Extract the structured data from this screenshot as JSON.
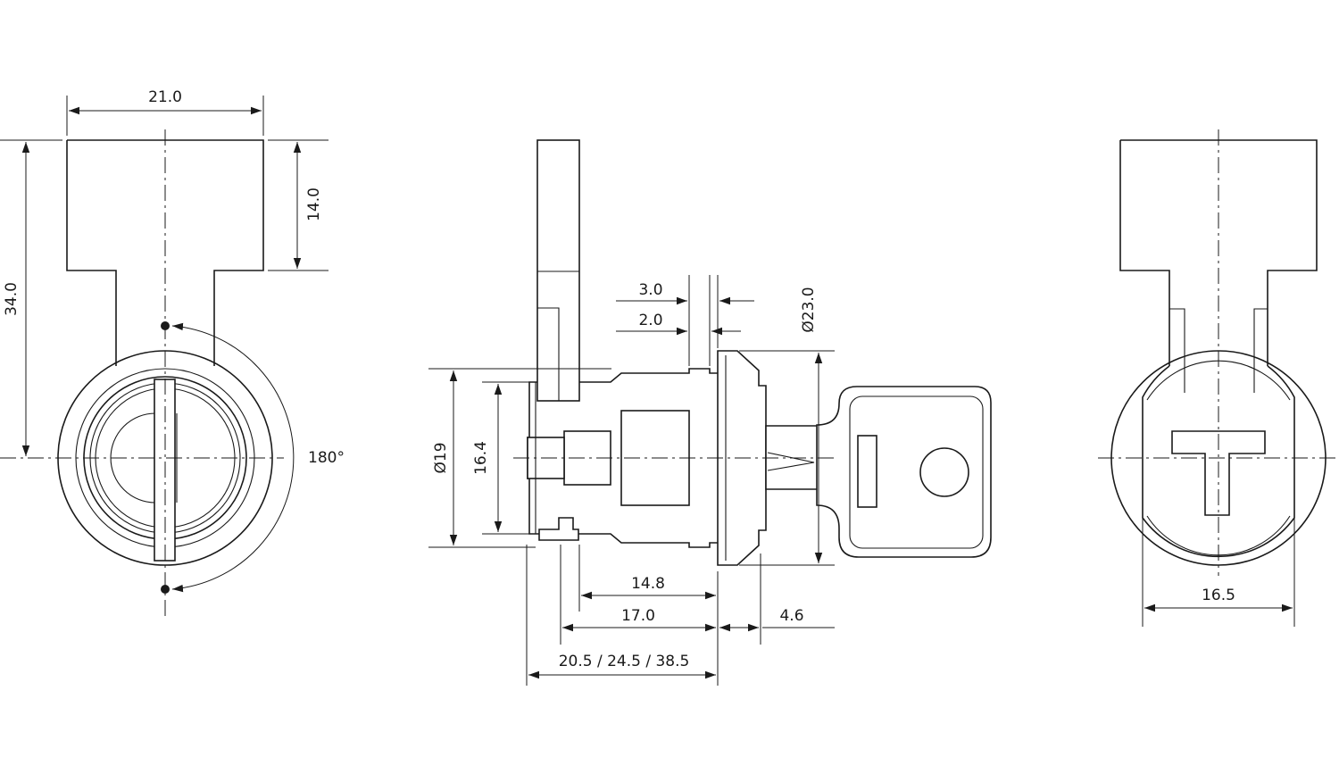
{
  "views": {
    "front": {
      "dim_width": "21.0",
      "dim_height": "34.0",
      "dim_cam": "14.0",
      "rotation": "180°"
    },
    "side": {
      "dim_3": "3.0",
      "dim_2": "2.0",
      "dim_flange": "Ø23.0",
      "dim_body": "Ø19",
      "dim_thread": "16.4",
      "dim_148": "14.8",
      "dim_170": "17.0",
      "dim_46": "4.6",
      "dim_lengths": "20.5 / 24.5 / 38.5"
    },
    "rear": {
      "dim_width": "16.5"
    }
  },
  "colors": {
    "line": "#1a1a1a",
    "background": "#ffffff"
  }
}
